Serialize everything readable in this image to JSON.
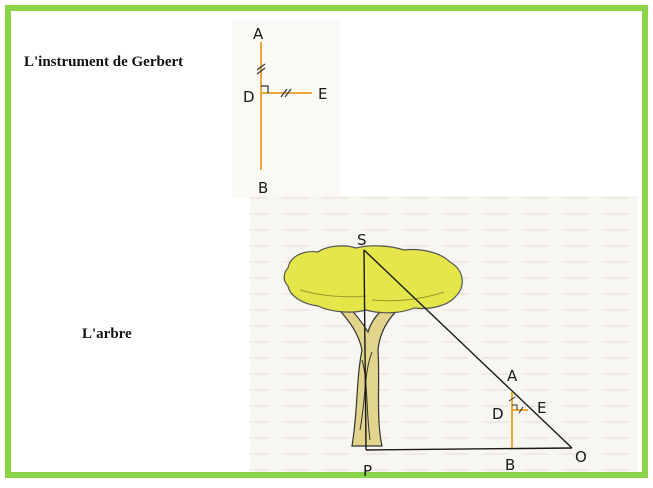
{
  "captions": {
    "instrument": "L'instrument de Gerbert",
    "tree": "L'arbre"
  },
  "instrument_labels": {
    "a": "A",
    "d": "D",
    "e": "E",
    "b": "B"
  },
  "tree_labels": {
    "s": "S",
    "a": "A",
    "d": "D",
    "e": "E",
    "p": "P",
    "b": "B",
    "o": "O"
  },
  "colors": {
    "frame": "#8cd348",
    "instrument_line": "#e8a93a",
    "tree_lines": "#1a1a1a",
    "foliage": "#e4e64a",
    "trunk": "#e2d48a"
  }
}
